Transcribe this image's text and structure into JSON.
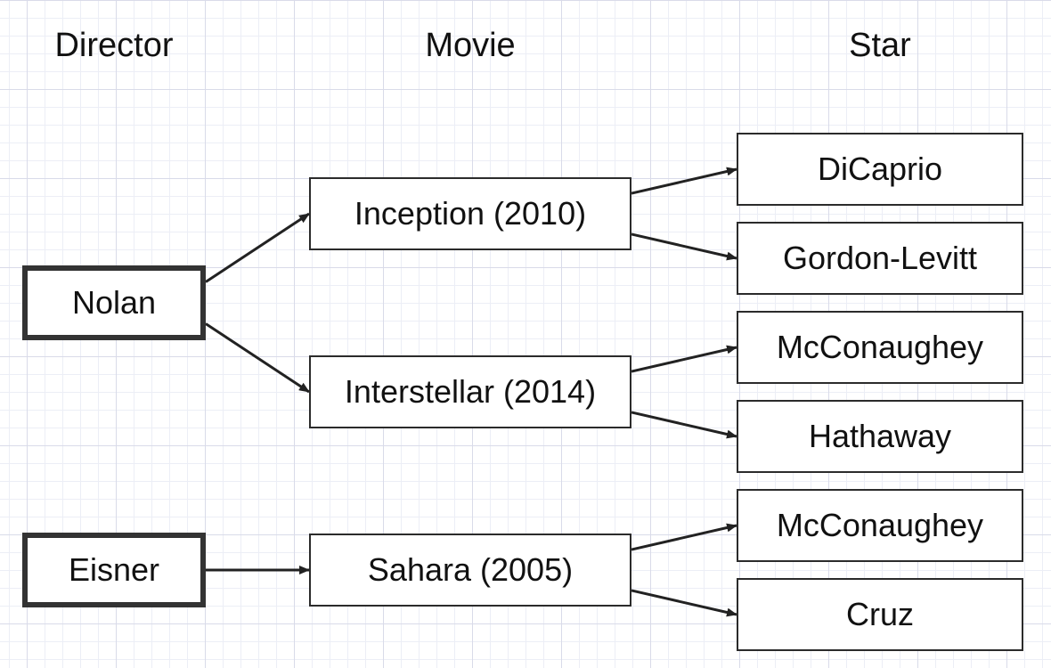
{
  "headers": {
    "director": "Director",
    "movie": "Movie",
    "star": "Star"
  },
  "directors": [
    {
      "label": "Nolan"
    },
    {
      "label": "Eisner"
    }
  ],
  "movies": [
    {
      "label": "Inception (2010)"
    },
    {
      "label": "Interstellar (2014)"
    },
    {
      "label": "Sahara (2005)"
    }
  ],
  "stars": [
    {
      "label": "DiCaprio"
    },
    {
      "label": "Gordon-Levitt"
    },
    {
      "label": "McConaughey"
    },
    {
      "label": "Hathaway"
    },
    {
      "label": "McConaughey"
    },
    {
      "label": "Cruz"
    }
  ],
  "edges": [
    {
      "from": "director-0",
      "to": "movie-0"
    },
    {
      "from": "director-0",
      "to": "movie-1"
    },
    {
      "from": "director-1",
      "to": "movie-2"
    },
    {
      "from": "movie-0",
      "to": "star-0"
    },
    {
      "from": "movie-0",
      "to": "star-1"
    },
    {
      "from": "movie-1",
      "to": "star-2"
    },
    {
      "from": "movie-1",
      "to": "star-3"
    },
    {
      "from": "movie-2",
      "to": "star-4"
    },
    {
      "from": "movie-2",
      "to": "star-5"
    }
  ],
  "colors": {
    "stroke": "#222222",
    "grid": "#d9dbe9"
  }
}
